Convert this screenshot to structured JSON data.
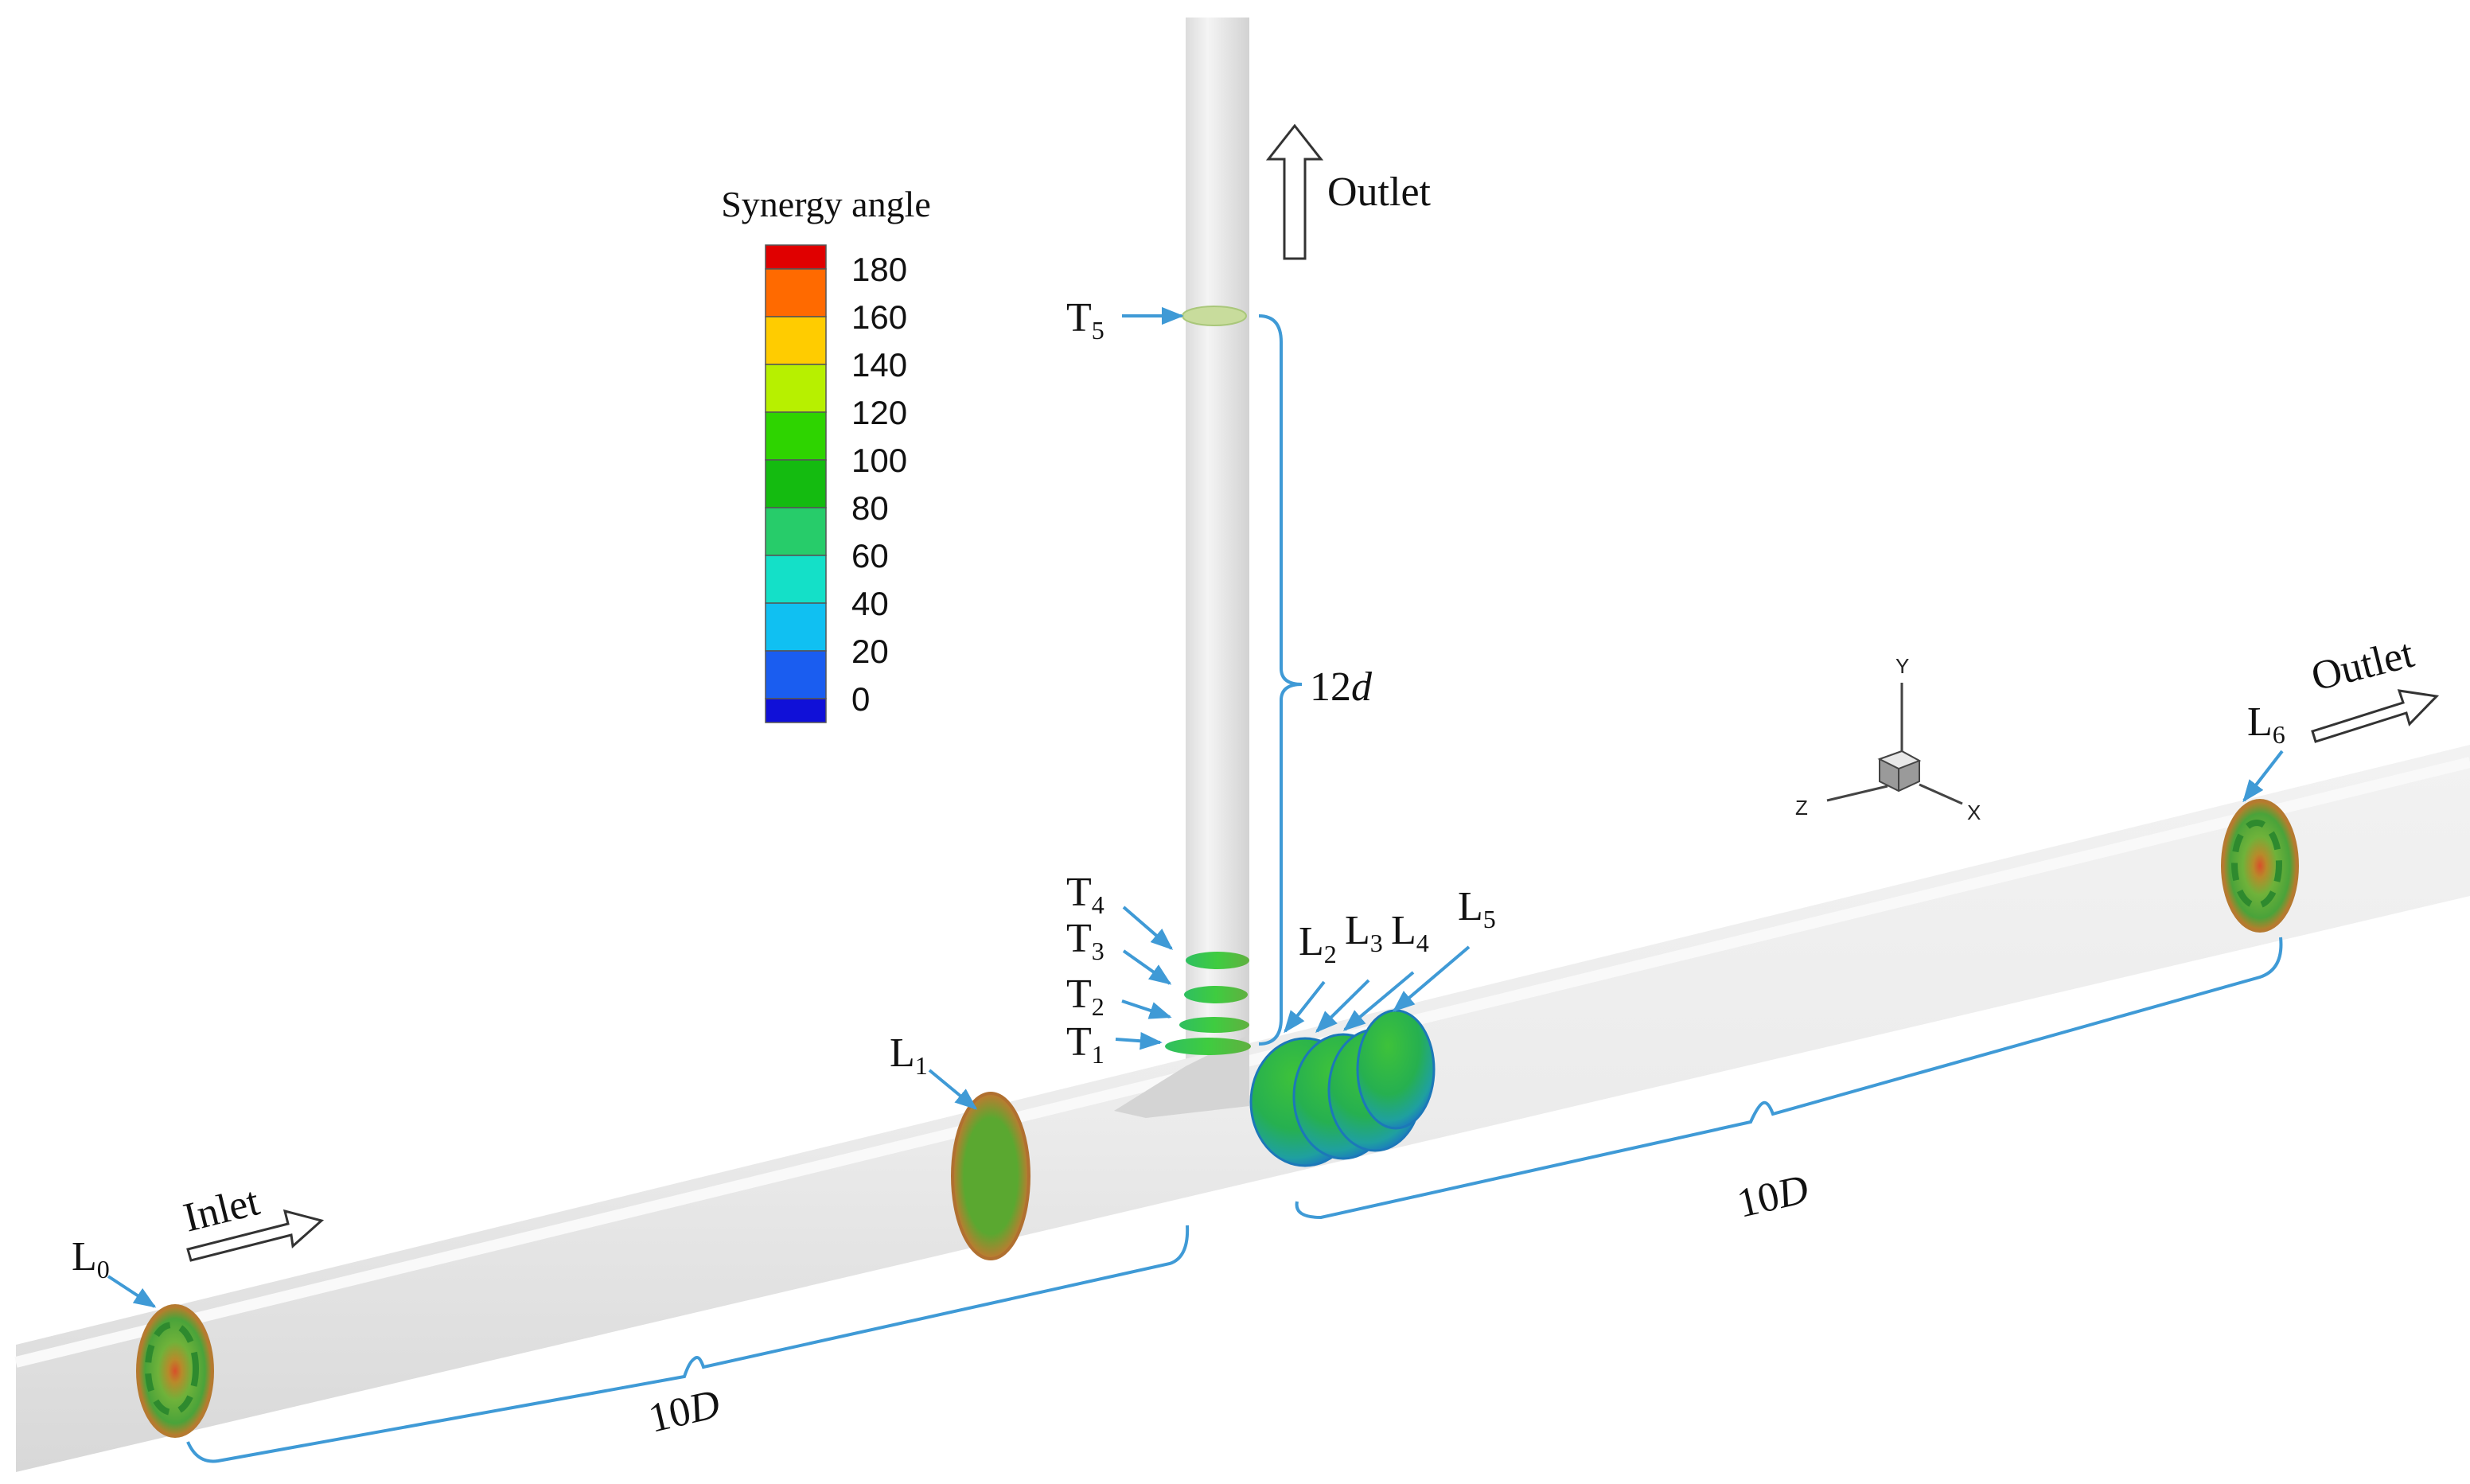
{
  "legend": {
    "title": "Synergy angle",
    "ticks": [
      "180",
      "160",
      "140",
      "120",
      "100",
      "80",
      "60",
      "40",
      "20",
      "0"
    ],
    "colors": [
      "#e00000",
      "#ff6a00",
      "#ffcc00",
      "#b7f000",
      "#2ed400",
      "#14bb10",
      "#27cc6a",
      "#14e0c8",
      "#10c0f2",
      "#1a5df0",
      "#1010d8"
    ]
  },
  "labels": {
    "outlet_top": "Outlet",
    "outlet_right": "Outlet",
    "inlet": "Inlet",
    "t1": {
      "base": "T",
      "sub": "1"
    },
    "t2": {
      "base": "T",
      "sub": "2"
    },
    "t3": {
      "base": "T",
      "sub": "3"
    },
    "t4": {
      "base": "T",
      "sub": "4"
    },
    "t5": {
      "base": "T",
      "sub": "5"
    },
    "l0": {
      "base": "L",
      "sub": "0"
    },
    "l1": {
      "base": "L",
      "sub": "1"
    },
    "l2": {
      "base": "L",
      "sub": "2"
    },
    "l3": {
      "base": "L",
      "sub": "3"
    },
    "l4": {
      "base": "L",
      "sub": "4"
    },
    "l5": {
      "base": "L",
      "sub": "5"
    },
    "l6": {
      "base": "L",
      "sub": "6"
    },
    "dim_left": {
      "num": "10",
      "unit": "D"
    },
    "dim_right": {
      "num": "10",
      "unit": "D"
    },
    "dim_vertical": {
      "num": "12",
      "unit": "d"
    }
  },
  "axes": {
    "y": "Y",
    "x": "X",
    "z": "Z"
  },
  "colors": {
    "annotation": "#3f9ad6",
    "pipe": "#e9e9e9"
  }
}
